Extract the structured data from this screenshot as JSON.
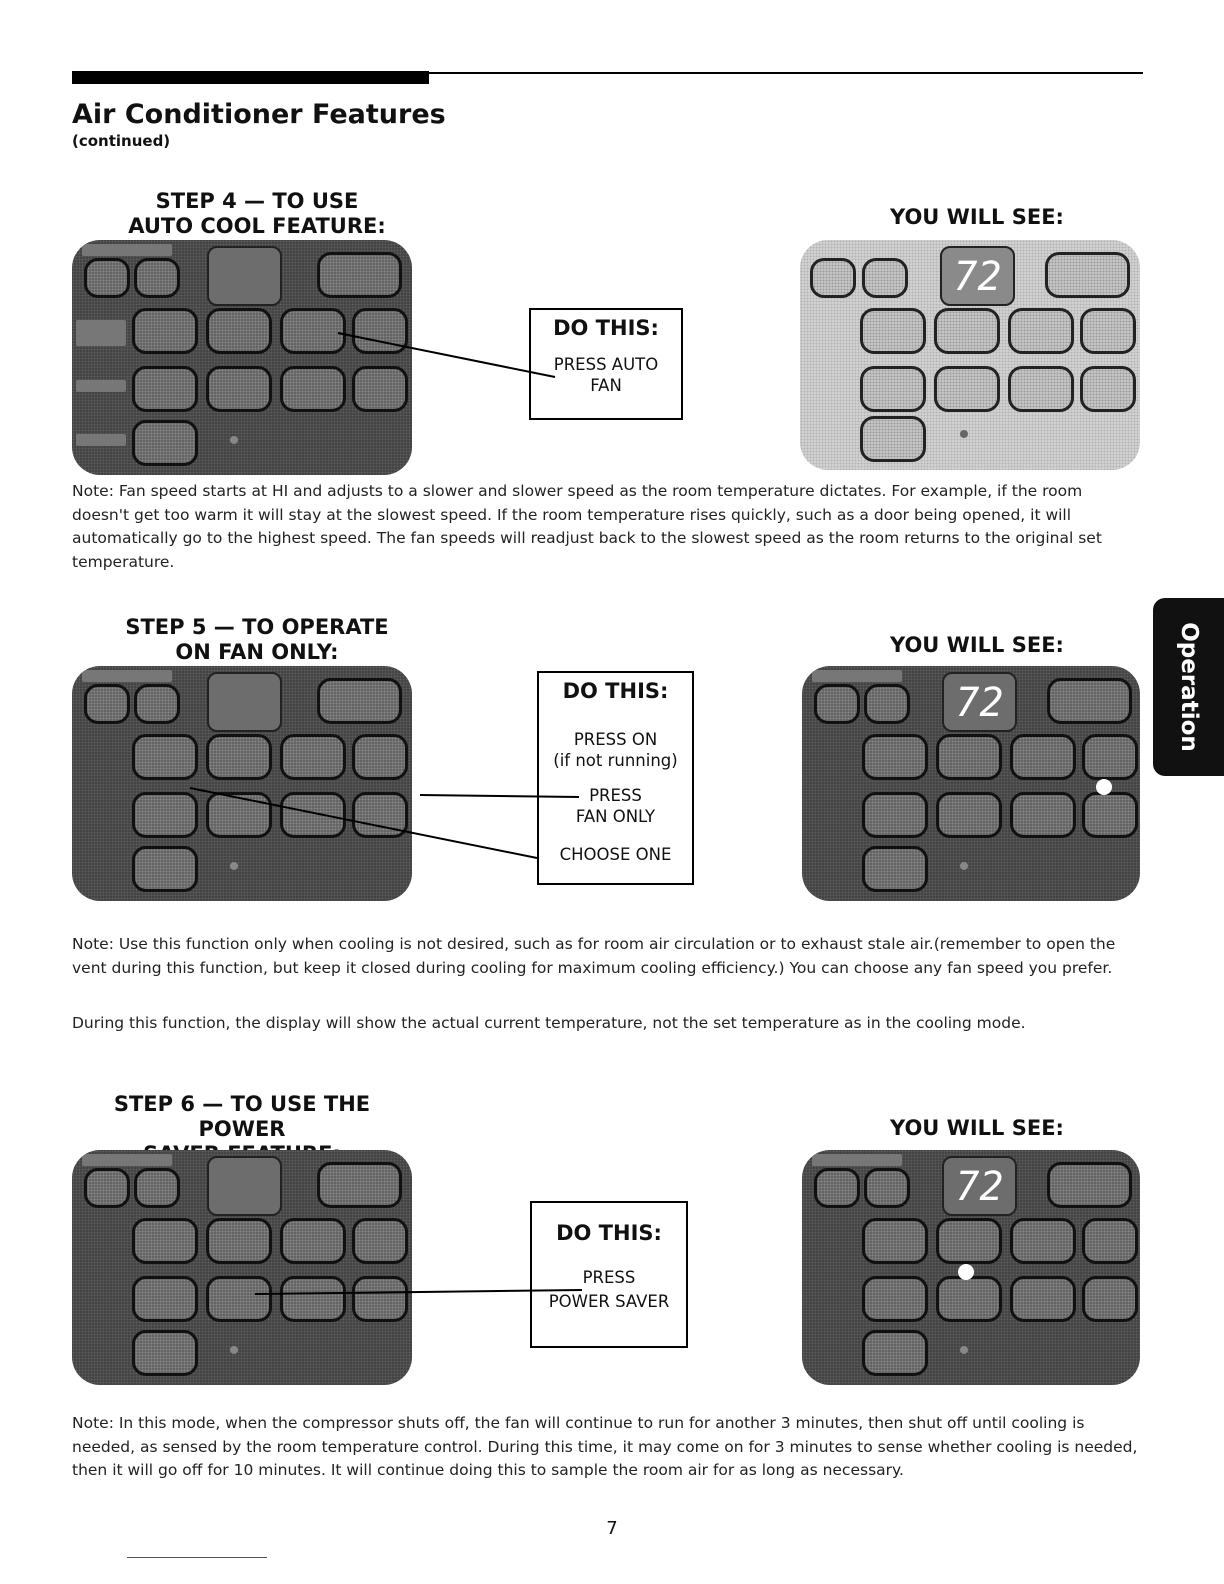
{
  "header": {
    "title": "Air Conditioner Features",
    "subtitle": "(continued)"
  },
  "side_tab": {
    "label": "Operation"
  },
  "steps": [
    {
      "title_line1": "STEP 4 — TO USE",
      "title_line2": "AUTO COOL FEATURE:",
      "see_label": "YOU WILL SEE:",
      "do_title": "DO THIS:",
      "do_lines": [
        "PRESS AUTO",
        "FAN"
      ],
      "display_value": "72",
      "note": "Note: Fan speed starts at HI and adjusts to a slower and slower speed as the room temperature dictates. For example, if the room doesn't get too warm it will stay at the slowest speed. If the room temperature rises quickly, such as a door being opened, it will automatically go to the highest speed. The fan speeds will readjust back to the slowest speed as the room returns to the original set temperature."
    },
    {
      "title_line1": "STEP 5 — TO OPERATE",
      "title_line2": "ON FAN ONLY:",
      "see_label": "YOU WILL SEE:",
      "do_title": "DO THIS:",
      "do_lines": [
        "PRESS ON",
        "(if not running)",
        "PRESS",
        "FAN ONLY",
        "CHOOSE ONE"
      ],
      "display_value": "72",
      "note": "Note: Use this function only when cooling is not desired, such as for room air circulation or to exhaust stale air.(remember to open the vent during this function, but keep it closed during cooling for maximum cooling efficiency.) You can choose any fan speed you prefer.",
      "note2": "During this function, the display will show the actual current temperature, not the set temperature as in the cooling mode."
    },
    {
      "title_line1": "STEP 6 — TO USE THE POWER",
      "title_line2": "SAVER FEATURE:",
      "see_label": "YOU WILL SEE:",
      "do_title": "DO THIS:",
      "do_lines": [
        "PRESS",
        "POWER SAVER"
      ],
      "display_value": "72",
      "note": "Note: In this mode, when the compressor shuts off, the fan will continue to run for another 3 minutes, then shut off until cooling is needed, as sensed by the room temperature control. During this time, it may come on for 3 minutes to sense whether cooling is needed, then it will go off for 10 minutes. It will continue doing this to sample the room air for as long as necessary."
    }
  ],
  "footer": {
    "page_number": "7"
  }
}
